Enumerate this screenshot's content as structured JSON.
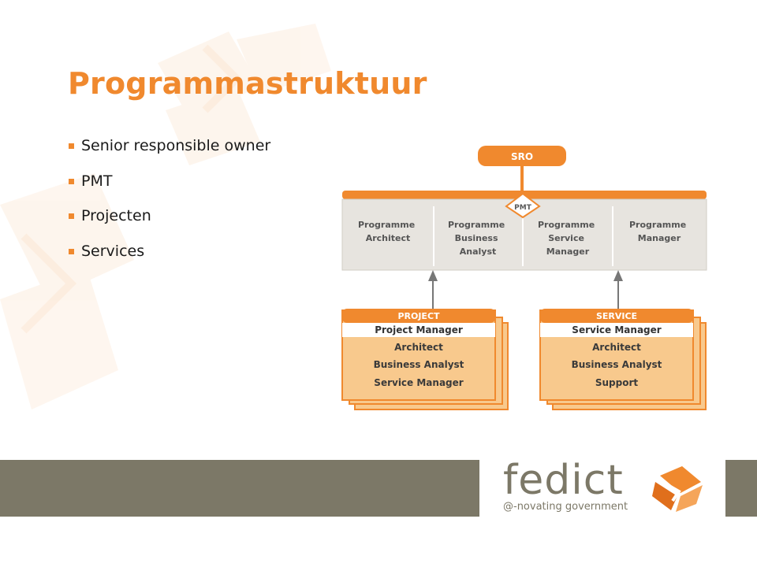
{
  "slide": {
    "title": "Programmastruktuur",
    "bullets": [
      "Senior responsible owner",
      "PMT",
      "Projecten",
      "Services"
    ]
  },
  "diagram": {
    "sro": "SRO",
    "pmt": "PMT",
    "roles": [
      [
        "Programme",
        "Architect"
      ],
      [
        "Programme",
        "Business",
        "Analyst"
      ],
      [
        "Programme",
        "Service",
        "Manager"
      ],
      [
        "Programme",
        "Manager"
      ]
    ],
    "project": {
      "header": "PROJECT",
      "lead": "Project Manager",
      "items": [
        "Architect",
        "Business Analyst",
        "Service Manager"
      ]
    },
    "service": {
      "header": "SERVICE",
      "lead": "Service Manager",
      "items": [
        "Architect",
        "Business Analyst",
        "Support"
      ]
    }
  },
  "footer": {
    "logo_word": "fedict",
    "tagline": "@-novating government"
  },
  "colors": {
    "accent": "#f0892e",
    "box_fill": "#f8c98d",
    "panel_gray": "#e7e4df",
    "footer_bar": "#7c7867"
  }
}
